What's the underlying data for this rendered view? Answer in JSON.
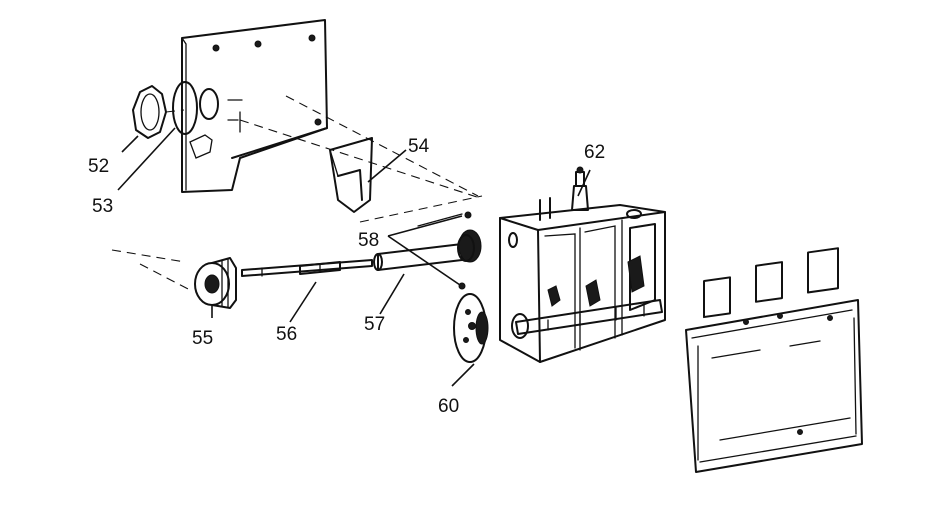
{
  "labels": {
    "l52": "52",
    "l53": "53",
    "l54": "54",
    "l55": "55",
    "l56": "56",
    "l57": "57",
    "l58": "58",
    "l60": "60",
    "l62": "62"
  },
  "colors": {
    "ink": "#111111",
    "paper": "#ffffff"
  }
}
